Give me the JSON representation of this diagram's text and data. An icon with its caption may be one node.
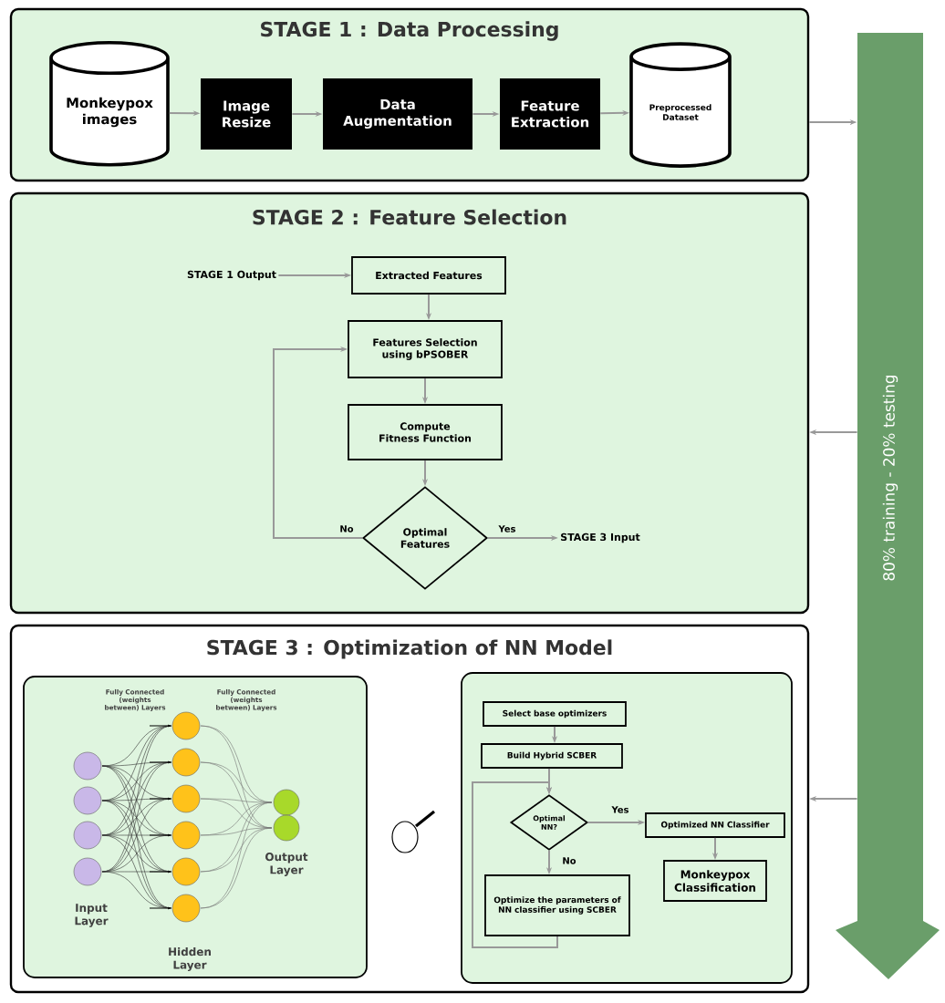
{
  "diagram": {
    "nodes": [
      {
        "text": [
          "STAGE 1 : Data Processing"
        ]
      },
      {
        "text": [
          "Monkeypox images"
        ],
        "in": 0
      },
      {
        "text": [
          "Image Resize"
        ],
        "in": 0
      },
      {
        "text": [
          "Data Augmentation"
        ],
        "in": 0
      },
      {
        "text": [
          "Feature Extraction"
        ],
        "in": 0
      },
      {
        "text": [
          "Preprocessed Dataset"
        ],
        "in": 0
      },
      {
        "text": [
          "STAGE 2 : Feature Selection"
        ]
      },
      {
        "text": [
          "STAGE 1 Output"
        ],
        "in": 6
      },
      {
        "text": [
          "Extracted Features"
        ],
        "in": 6
      },
      {
        "text": [
          "Features Selection using bPSOBER"
        ],
        "in": 6
      },
      {
        "text": [
          "Compute Fitness Function"
        ],
        "in": 6
      },
      {
        "text": [
          "Optimal Features"
        ],
        "in": 6
      },
      {
        "text": [
          "STAGE 3 Input"
        ],
        "in": 6
      },
      {
        "text": [
          "STAGE 3 : Optimization of NN Model"
        ]
      },
      {
        "text": [
          "Fully Connected (weights between) Layers",
          "Fully Connected (weights between) Layers",
          "Input Layer",
          "Hidden Layer",
          "Output Layer"
        ],
        "in": 13
      },
      {
        "text": [],
        "shape": "box",
        "in": 13
      },
      {
        "text": [
          "Select base optimizers"
        ],
        "in": 15
      },
      {
        "text": [
          "Build Hybrid SCBER"
        ],
        "in": 15
      },
      {
        "text": [
          "Optimal NN?"
        ],
        "in": 15
      },
      {
        "text": [
          "Optimized NN Classifier"
        ],
        "in": 15
      },
      {
        "text": [
          "Monkeypox Classification"
        ],
        "in": 15
      },
      {
        "text": [
          "Optimize the parameters of NN classifier using SCBER"
        ],
        "in": 15
      },
      {
        "text": [
          "80% training - 20% testing"
        ]
      }
    ],
    "edges": [
      {
        "from": 1,
        "to": 2,
        "arrow": "to"
      },
      {
        "from": 2,
        "to": 3,
        "arrow": "to"
      },
      {
        "from": 3,
        "to": 4,
        "arrow": "to"
      },
      {
        "from": 4,
        "to": 5,
        "arrow": "to"
      },
      {
        "from": 0,
        "to": 22,
        "arrow": "to"
      },
      {
        "from": 22,
        "to": 6,
        "arrow": "to"
      },
      {
        "from": 22,
        "to": 13,
        "arrow": "to"
      },
      {
        "from": 7,
        "to": 8,
        "arrow": "to"
      },
      {
        "from": 8,
        "to": 9,
        "arrow": "to"
      },
      {
        "from": 9,
        "to": 10,
        "arrow": "to"
      },
      {
        "from": 10,
        "to": 11,
        "arrow": "to"
      },
      {
        "from": 11,
        "to": 12,
        "arrow": "to",
        "label": "Yes"
      },
      {
        "from": 11,
        "to": 9,
        "arrow": "to",
        "label": "No"
      },
      {
        "from": 16,
        "to": 17,
        "arrow": "to"
      },
      {
        "from": 17,
        "to": 18,
        "arrow": "to"
      },
      {
        "from": 18,
        "to": 19,
        "arrow": "to",
        "label": "Yes"
      },
      {
        "from": 19,
        "to": 20,
        "arrow": "to"
      },
      {
        "from": 18,
        "to": 21,
        "arrow": "to",
        "label": "No"
      },
      {
        "from": 21,
        "to": 18,
        "arrow": "to"
      }
    ]
  }
}
